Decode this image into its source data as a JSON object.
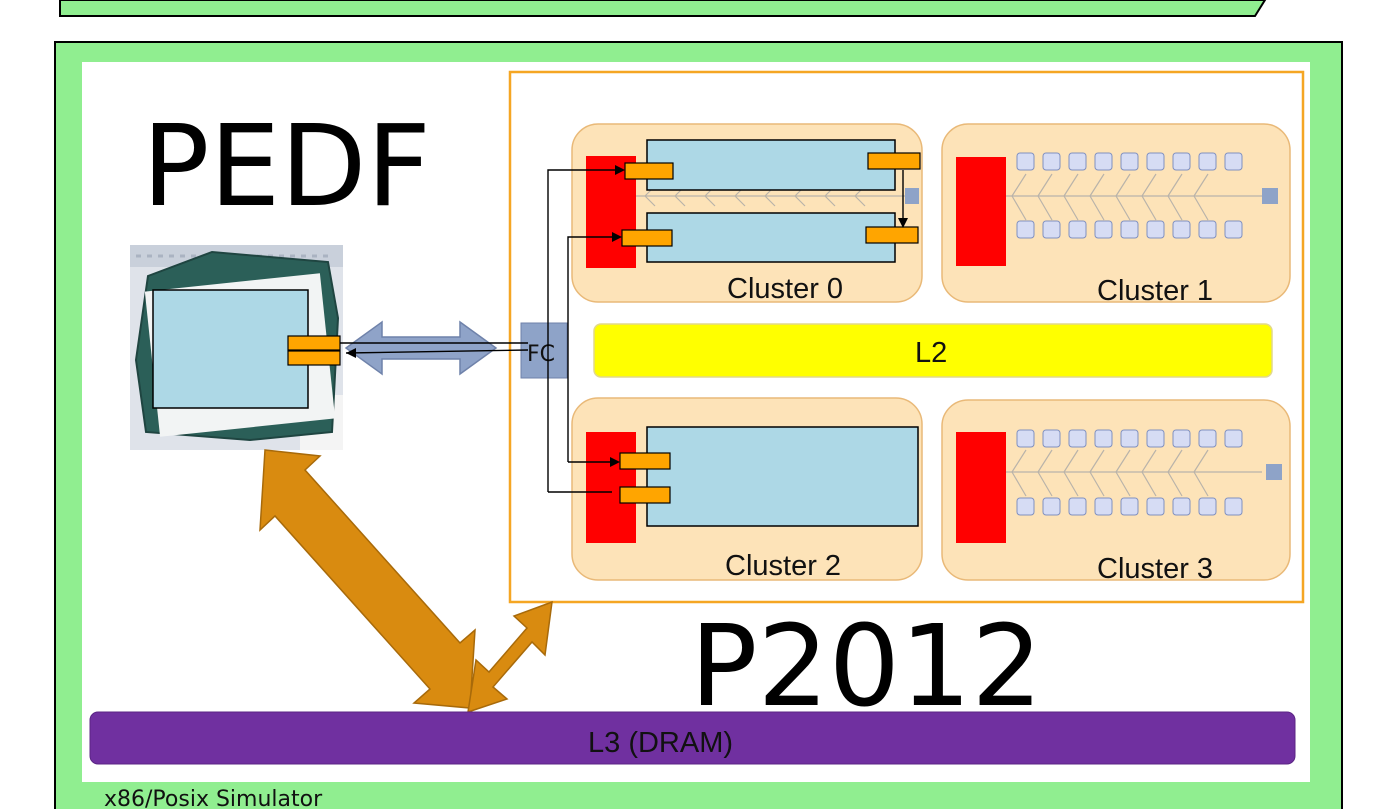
{
  "title_left": "PEDF",
  "title_right": "P2012",
  "fc_label": "FC",
  "l2_label": "L2",
  "l3_label": "L3 (DRAM)",
  "footer_label": "x86/Posix Simulator",
  "clusters": [
    {
      "label": "Cluster 0"
    },
    {
      "label": "Cluster 1"
    },
    {
      "label": "Cluster 2"
    },
    {
      "label": "Cluster 3"
    }
  ],
  "colors": {
    "outer_green": "#90ee90",
    "p2012_border": "#f5a623",
    "cluster_fill": "#fde3b8",
    "module_blue": "#add8e6",
    "port_orange": "#ffa500",
    "pe_red": "#ff0000",
    "l2_yellow": "#ffff00",
    "l3_purple": "#7030a0",
    "arrow_orange": "#d98b10",
    "arrow_steel": "#8fa3c8"
  }
}
